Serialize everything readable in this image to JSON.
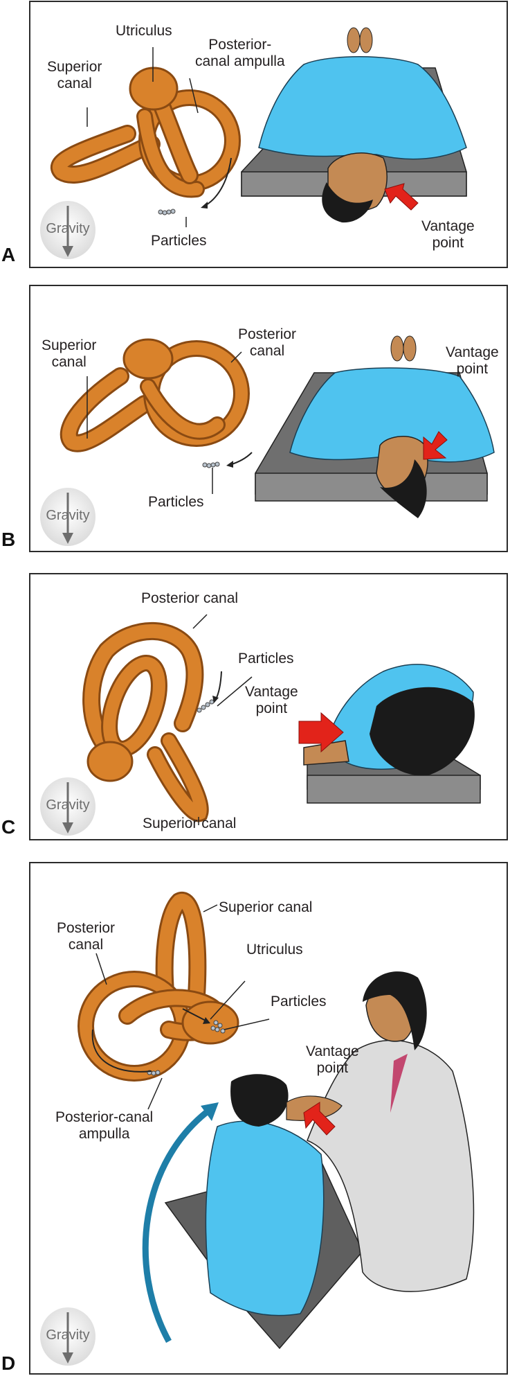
{
  "figure": {
    "title": "Canalith repositioning (Epley) maneuver for posterior-canal BPPV",
    "colors": {
      "labyrinth": "#d9822b",
      "labyrinth_dark": "#8a4a12",
      "gown": "#4fc3ef",
      "skin": "#c48a54",
      "hair": "#1a1a1a",
      "table": "#7a7a7a",
      "arrow_red": "#e2231a",
      "rotation_arrow": "#1e7ea8",
      "coat": "#dcdcdc"
    }
  },
  "gravity_label": "Gravity",
  "panels": [
    {
      "letter": "A",
      "labels": {
        "utriculus": "Utriculus",
        "superior_canal": [
          "Superior",
          "canal"
        ],
        "posterior_ampulla": [
          "Posterior-",
          "canal ampulla"
        ],
        "particles": "Particles",
        "vantage": [
          "Vantage",
          "point"
        ]
      }
    },
    {
      "letter": "B",
      "labels": {
        "superior_canal": [
          "Superior",
          "canal"
        ],
        "posterior_canal": [
          "Posterior",
          "canal"
        ],
        "particles": "Particles",
        "vantage": [
          "Vantage",
          "point"
        ]
      }
    },
    {
      "letter": "C",
      "labels": {
        "posterior_canal": "Posterior canal",
        "particles": "Particles",
        "vantage": [
          "Vantage",
          "point"
        ],
        "superior_canal": "Superior canal"
      }
    },
    {
      "letter": "D",
      "labels": {
        "posterior_canal": [
          "Posterior",
          "canal"
        ],
        "superior_canal": "Superior canal",
        "utriculus": "Utriculus",
        "particles": "Particles",
        "vantage": [
          "Vantage",
          "point"
        ],
        "posterior_ampulla": [
          "Posterior-canal",
          "ampulla"
        ]
      }
    }
  ]
}
